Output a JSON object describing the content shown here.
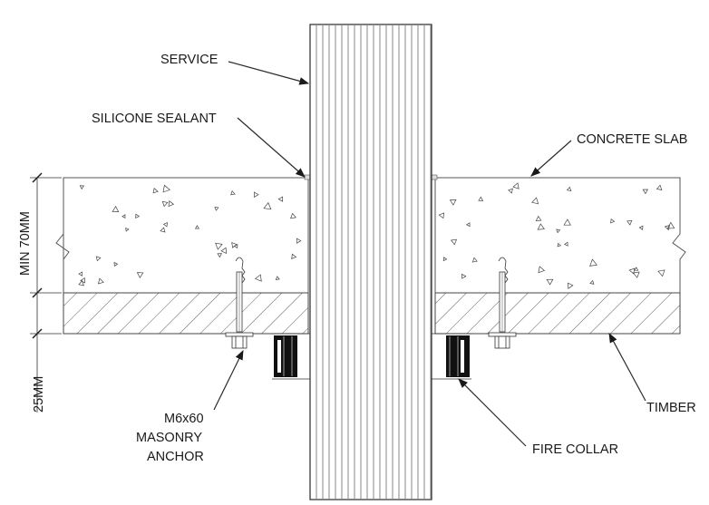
{
  "labels": {
    "service": "SERVICE",
    "silicone_sealant": "SILICONE SEALANT",
    "concrete_slab": "CONCRETE SLAB",
    "min_70mm": "MIN 70MM",
    "dim_25mm": "25MM",
    "anchor_line1": "M6x60",
    "anchor_line2": "MASONRY",
    "anchor_line3": "ANCHOR",
    "timber": "TIMBER",
    "fire_collar": "FIRE COLLAR"
  }
}
